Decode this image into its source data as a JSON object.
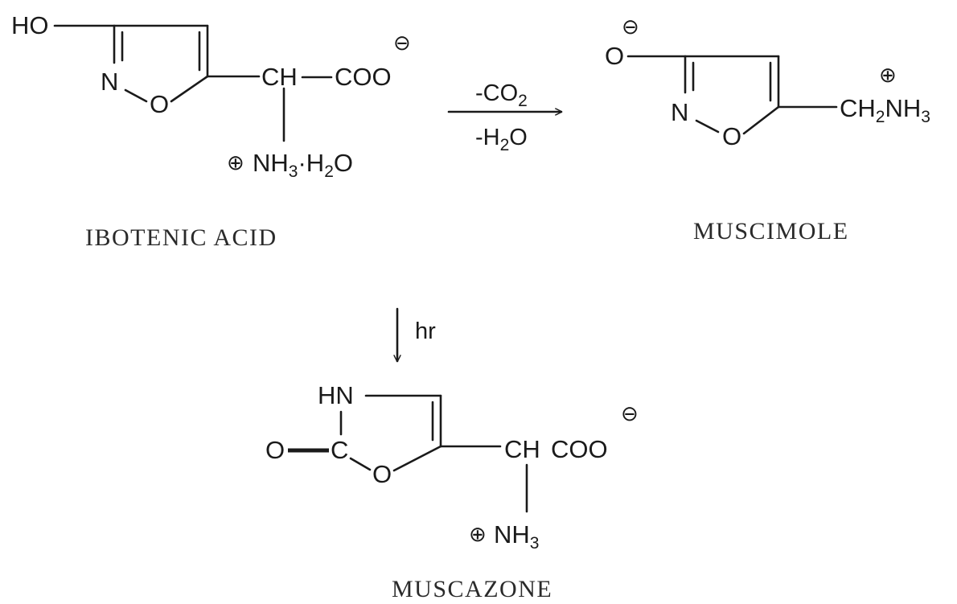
{
  "ibotenic_acid": {
    "name": "IBOTENIC ACID",
    "ho": "HO",
    "n": "N",
    "o_ring": "O",
    "ch": "CH",
    "coo": "COO",
    "charge_neg": "⊖",
    "nh": "NH",
    "nh_sub": "3",
    "hydrate": "·H",
    "hydrate_sub": "2",
    "hydrate_o": "O",
    "charge_pos": "⊕"
  },
  "muscimole": {
    "name": "MUSCIMOLE",
    "o": "O",
    "charge_neg": "⊖",
    "n": "N",
    "o_ring": "O",
    "ch": "CH",
    "ch_sub": "2",
    "nh": "NH",
    "nh_sub": "3",
    "charge_pos": "⊕"
  },
  "muscazone": {
    "name": "MUSCAZONE",
    "hn": "HN",
    "o_carbonyl": "O",
    "c": "C",
    "o_ring": "O",
    "ch": "CH",
    "coo": "COO",
    "charge_neg": "⊖",
    "nh": "NH",
    "nh_sub": "3",
    "charge_pos": "⊕"
  },
  "reaction_1": {
    "reagent_top": "-CO",
    "reagent_top_sub": "2",
    "reagent_bottom": "-H",
    "reagent_bottom_sub": "2",
    "reagent_bottom_end": "O"
  },
  "reaction_2": {
    "reagent": "hr"
  }
}
